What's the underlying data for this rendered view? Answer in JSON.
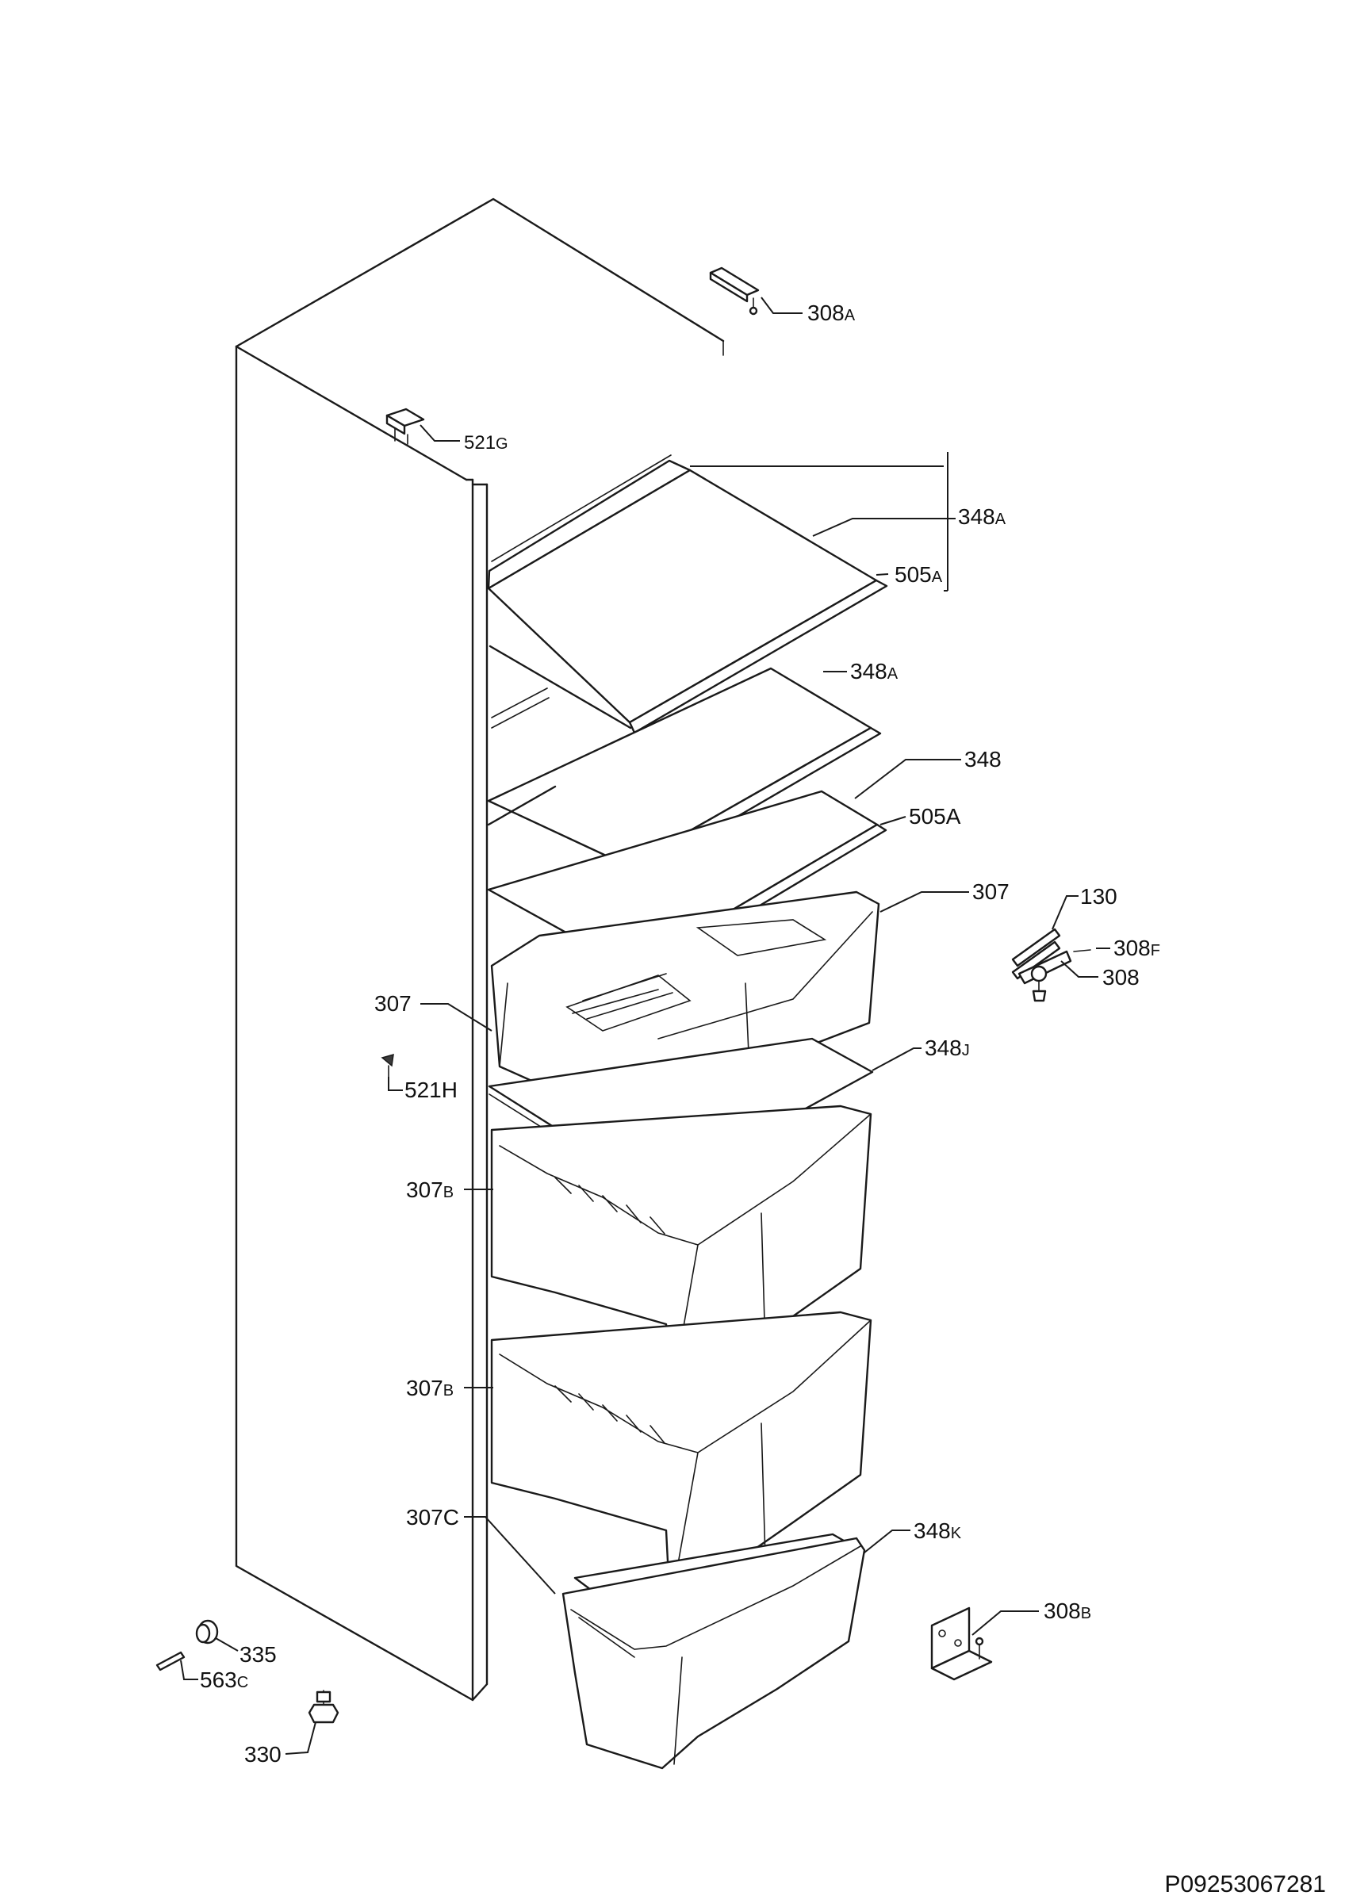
{
  "labels": {
    "l308A": {
      "main": "308",
      "suffix": "A"
    },
    "l521G": {
      "main": "521",
      "suffix": "G"
    },
    "l348A_top": {
      "main": "348",
      "suffix": "A"
    },
    "l505A_top": {
      "main": "505",
      "suffix": "A"
    },
    "l348A_2": {
      "main": "348",
      "suffix": "A"
    },
    "l348": {
      "main": "348",
      "suffix": ""
    },
    "l505A_2": {
      "main": "505A",
      "suffix": ""
    },
    "l307_right": {
      "main": "307",
      "suffix": ""
    },
    "l130": {
      "main": "130",
      "suffix": ""
    },
    "l308F": {
      "main": "308",
      "suffix": "F"
    },
    "l308": {
      "main": "308",
      "suffix": ""
    },
    "l307_left": {
      "main": "307",
      "suffix": ""
    },
    "l521H": {
      "main": "521H",
      "suffix": ""
    },
    "l348J": {
      "main": "348",
      "suffix": "J"
    },
    "l307B_1": {
      "main": "307",
      "suffix": "B"
    },
    "l307B_2": {
      "main": "307",
      "suffix": "B"
    },
    "l307C": {
      "main": "307C",
      "suffix": ""
    },
    "l348K": {
      "main": "348",
      "suffix": "K"
    },
    "l308B": {
      "main": "308",
      "suffix": "B"
    },
    "l335": {
      "main": "335",
      "suffix": ""
    },
    "l563C": {
      "main": "563",
      "suffix": "C"
    },
    "l330": {
      "main": "330",
      "suffix": ""
    }
  },
  "footer_code": "P09253067281"
}
